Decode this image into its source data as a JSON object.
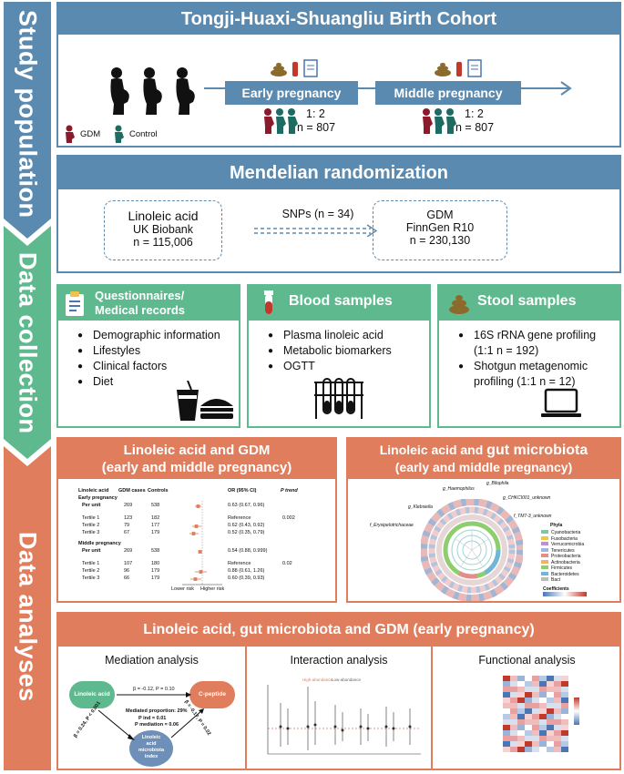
{
  "sidebar": {
    "study_population": "Study population",
    "data_collection": "Data collection",
    "data_analyses": "Data analyses"
  },
  "cohort": {
    "title": "Tongji-Huaxi-Shuangliu Birth Cohort",
    "early_label": "Early pregnancy",
    "middle_label": "Middle pregnancy",
    "early_ratio": "1: 2",
    "early_n": "n = 807",
    "middle_ratio": "1: 2",
    "middle_n": "n = 807",
    "legend_gdm": "GDM",
    "legend_control": "Control"
  },
  "mr": {
    "title": "Mendelian randomization",
    "exposure_name": "Linoleic acid",
    "exposure_source": "UK Biobank",
    "exposure_n": "n = 115,006",
    "snps": "SNPs (n = 34)",
    "outcome_name": "GDM",
    "outcome_source": "FinnGen R10",
    "outcome_n": "n = 230,130"
  },
  "collection": {
    "questionnaire": {
      "title_line1": "Questionnaires/",
      "title_line2": "Medical records",
      "items": [
        "Demographic information",
        "Lifestyles",
        "Clinical factors",
        "Diet"
      ]
    },
    "blood": {
      "title": "Blood samples",
      "items": [
        "Plasma linoleic acid",
        "Metabolic biomarkers",
        "OGTT"
      ]
    },
    "stool": {
      "title": "Stool samples",
      "item1_line1": "16S rRNA gene profiling",
      "item1_line2": "(1:1 n = 192)",
      "item2_line1": "Shotgun metagenomic",
      "item2_line2": "profiling (1:1 n = 12)"
    }
  },
  "la_gdm": {
    "title_line1": "Linoleic acid and GDM",
    "title_line2": "(early and middle pregnancy)",
    "table": {
      "col_la": "Linoleic acid",
      "col_cases": "GDM cases",
      "col_controls": "Controls",
      "col_or": "OR (95% CI)",
      "col_p": "P trend",
      "early_label": "Early pregnancy",
      "middle_label": "Middle pregnancy",
      "rows_early": [
        {
          "label": "Per unit",
          "cases": "269",
          "controls": "538",
          "or": "0.63 (0.67, 0.96)",
          "p": ""
        },
        {
          "label": "Tertile 1",
          "cases": "123",
          "controls": "182",
          "or": "Reference",
          "p": "0.002"
        },
        {
          "label": "Tertile 2",
          "cases": "79",
          "controls": "177",
          "or": "0.62 (0.43, 0.92)",
          "p": ""
        },
        {
          "label": "Tertile 3",
          "cases": "67",
          "controls": "179",
          "or": "0.52 (0.35, 0.79)",
          "p": ""
        }
      ],
      "rows_middle": [
        {
          "label": "Per unit",
          "cases": "269",
          "controls": "538",
          "or": "0.54 (0.88, 0.999)",
          "p": ""
        },
        {
          "label": "Tertile 1",
          "cases": "107",
          "controls": "180",
          "or": "Reference",
          "p": "0.02"
        },
        {
          "label": "Tertile 2",
          "cases": "96",
          "controls": "179",
          "or": "0.88 (0.61, 1.26)",
          "p": ""
        },
        {
          "label": "Tertile 3",
          "cases": "66",
          "controls": "179",
          "or": "0.60 (0.39, 0.93)",
          "p": ""
        }
      ],
      "lower": "Lower risk",
      "higher": "Higher risk"
    }
  },
  "la_gm": {
    "title_prefix": "Linoleic acid and ",
    "title_emph": "gut microbiota",
    "title_line2": "(early and middle pregnancy)",
    "labels": [
      "g_Haemophilus",
      "g_Bilophila",
      "g_Klebsiella",
      "g_CHKCI001_unknown",
      "f_Erysipelotrichaceae",
      "f_TM7-3_unknown"
    ],
    "legend_title": "Phyla",
    "phyla": [
      "Cyanobacteria",
      "Fusobacteria",
      "Verrucomicrobia",
      "Tenericutes",
      "Proteobacteria",
      "Actinobacteria",
      "Firmicutes",
      "Bacteroidetes",
      "Bact"
    ],
    "phyla_colors": [
      "#7fc6a4",
      "#e8c94a",
      "#c78bd6",
      "#9bb8e3",
      "#e58c8c",
      "#f2b168",
      "#8fce6f",
      "#6fb6d8",
      "#bbbbbb"
    ],
    "coef_label": "Coefficients"
  },
  "lagm_gdm": {
    "title": "Linoleic acid, gut microbiota and GDM (early pregnancy)",
    "mediation": {
      "title": "Mediation analysis",
      "node_la": "Linoleic acid",
      "node_cp": "C-peptide",
      "node_index_line1": "Linoleic",
      "node_index_line2": "acid",
      "node_index_line3": "microbiota",
      "node_index_line4": "index",
      "beta_top": "β = -0.12, P = 0.10",
      "med_prop": "Mediated proportion: 29%",
      "p_ind": "P ind = 0.01",
      "p_med": "P mediation = 0.06",
      "beta_left": "β = 0.24, P < 0.001",
      "beta_right": "β = -0.17, P = 0.02"
    },
    "interaction": {
      "title": "Interaction analysis",
      "legend_high": "High-abundance",
      "legend_low": "Low-abundance"
    },
    "functional": {
      "title": "Functional analysis"
    }
  }
}
